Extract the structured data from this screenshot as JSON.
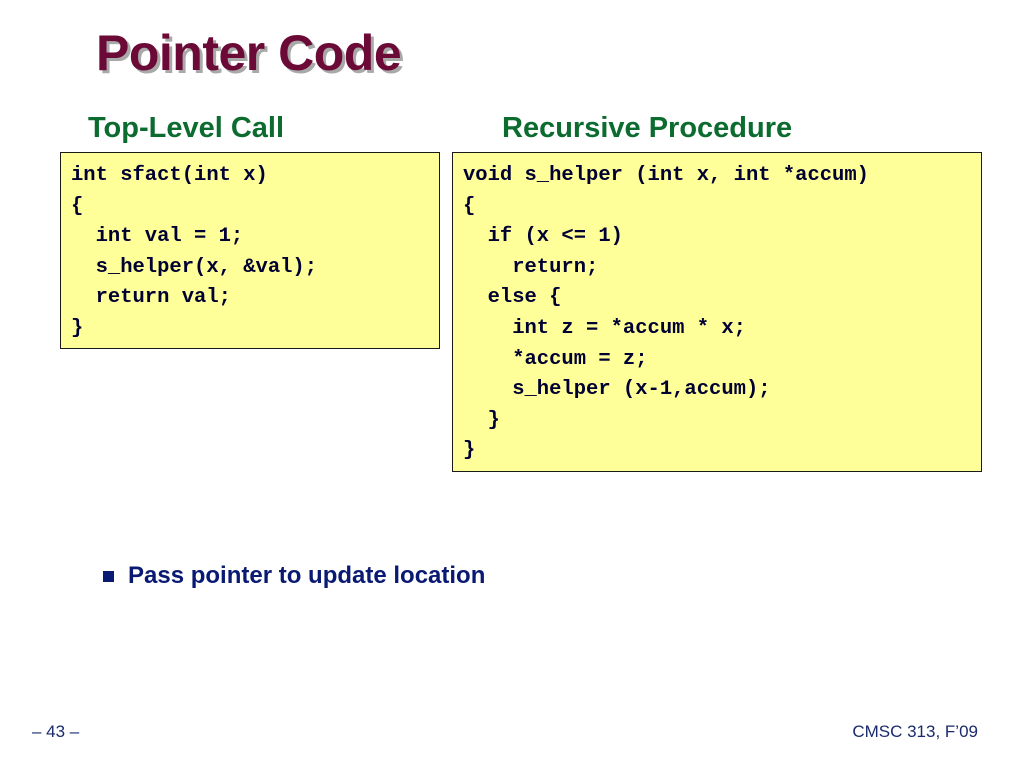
{
  "slide": {
    "title": "Pointer Code",
    "left_heading": "Top-Level Call",
    "right_heading": "Recursive Procedure",
    "left_code": [
      "int sfact(int x)",
      "{",
      "  int val = 1;",
      "  s_helper(x, &val);",
      "  return val;",
      "}"
    ],
    "right_code": [
      "void s_helper (int x, int *accum)",
      "{",
      "  if (x <= 1)",
      "    return;",
      "  else {",
      "    int z = *accum * x;",
      "    *accum = z;",
      "    s_helper (x-1,accum);",
      "  }",
      "}"
    ],
    "bullets": [
      "Pass pointer to update location"
    ],
    "page_number": "– 43 –",
    "course": "CMSC 313, F’09"
  },
  "colors": {
    "title": "#6b0a36",
    "title_shadow": "#a9a9a9",
    "heading": "#0c6b2f",
    "code_background": "#ffff99",
    "code_text": "#000033",
    "bullet": "#0a1a72",
    "footer": "#1a2a6c"
  },
  "icons": {
    "bullet": "square-bullet-icon"
  }
}
